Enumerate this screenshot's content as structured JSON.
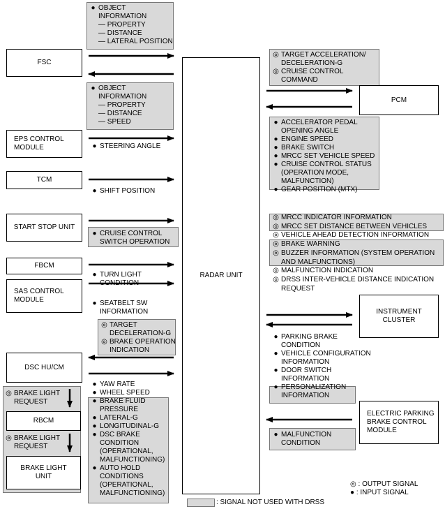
{
  "modules": {
    "fsc": "FSC",
    "eps": [
      "EPS CONTROL",
      "MODULE"
    ],
    "tcm": "TCM",
    "start_stop": "START STOP UNIT",
    "fbcm": "FBCM",
    "sas": [
      "SAS CONTROL",
      "MODULE"
    ],
    "dsc": "DSC HU/CM",
    "rbcm": "RBCM",
    "brake_light_unit": [
      "BRAKE LIGHT",
      "UNIT"
    ],
    "radar": "RADAR UNIT",
    "pcm": "PCM",
    "instrument": [
      "INSTRUMENT",
      "CLUSTER"
    ],
    "epb": [
      "ELECTRIC PARKING",
      "BRAKE CONTROL",
      "MODULE"
    ]
  },
  "marks": {
    "input": "●",
    "output": "◎",
    "dash": "—"
  },
  "signals": {
    "fsc_out": {
      "title": [
        "OBJECT",
        "INFORMATION"
      ],
      "items": [
        "PROPERTY",
        "DISTANCE",
        "LATERAL POSITION"
      ]
    },
    "fsc_in": {
      "title": [
        "OBJECT",
        "INFORMATION"
      ],
      "items": [
        "PROPERTY",
        "DISTANCE",
        "SPEED"
      ]
    },
    "eps": "STEERING ANGLE",
    "tcm": "SHIFT POSITION",
    "start_stop": [
      "CRUISE CONTROL",
      "SWITCH OPERATION"
    ],
    "fbcm": [
      "TURN LIGHT",
      "CONDITION"
    ],
    "sas": [
      "SEATBELT SW",
      "INFORMATION"
    ],
    "dsc_out": [
      [
        "TARGET",
        "DECELERATION-G"
      ],
      [
        "BRAKE OPERATION",
        "INDICATION"
      ]
    ],
    "dsc_in": [
      [
        "YAW RATE"
      ],
      [
        "WHEEL SPEED"
      ],
      [
        "BRAKE FLUID",
        "PRESSURE"
      ],
      [
        "LATERAL-G"
      ],
      [
        "LONGITUDINAL-G"
      ],
      [
        "DSC BRAKE",
        "CONDITION",
        "(OPERATIONAL,",
        "MALFUNCTIONING)"
      ],
      [
        "AUTO HOLD",
        "CONDITIONS",
        "(OPERATIONAL,",
        "MALFUNCTIONING)"
      ]
    ],
    "brake_request": [
      "BRAKE LIGHT",
      "REQUEST"
    ],
    "pcm_out": [
      [
        "TARGET ACCELERATION/",
        "DECELERATION-G"
      ],
      [
        "CRUISE CONTROL",
        "COMMAND"
      ]
    ],
    "pcm_in": [
      [
        "ACCELERATOR PEDAL",
        "OPENING ANGLE"
      ],
      [
        "ENGINE SPEED"
      ],
      [
        "BRAKE SWITCH"
      ],
      [
        "MRCC SET VEHICLE SPEED"
      ],
      [
        "CRUISE CONTROL STATUS",
        "(OPERATION MODE,",
        "MALFUNCTION)"
      ]
    ],
    "gear_position": "GEAR POSITION (MTX)",
    "ic_out": [
      [
        "MRCC INDICATOR INFORMATION"
      ],
      [
        "MRCC SET DISTANCE BETWEEN VEHICLES"
      ],
      [
        "VEHICLE AHEAD DETECTION INFORMATION"
      ],
      [
        "BRAKE WARNING"
      ],
      [
        "BUZZER INFORMATION (SYSTEM OPERATION",
        "AND MALFUNCTIONS)"
      ],
      [
        "MALFUNCTION INDICATION"
      ],
      [
        "DRSS INTER-VEHICLE DISTANCE INDICATION",
        "REQUEST"
      ]
    ],
    "ic_in": [
      [
        "PARKING BRAKE",
        "CONDITION"
      ],
      [
        "VEHICLE CONFIGURATION",
        "INFORMATION"
      ],
      [
        "DOOR SWITCH",
        "INFORMATION"
      ],
      [
        "PERSONALIZATION",
        "INFORMATION"
      ]
    ],
    "epb": [
      "MALFUNCTION",
      "CONDITION"
    ]
  },
  "legend": {
    "output": ": OUTPUT SIGNAL",
    "input": ": INPUT SIGNAL",
    "not_used": ": SIGNAL NOT USED WITH DRSS"
  }
}
